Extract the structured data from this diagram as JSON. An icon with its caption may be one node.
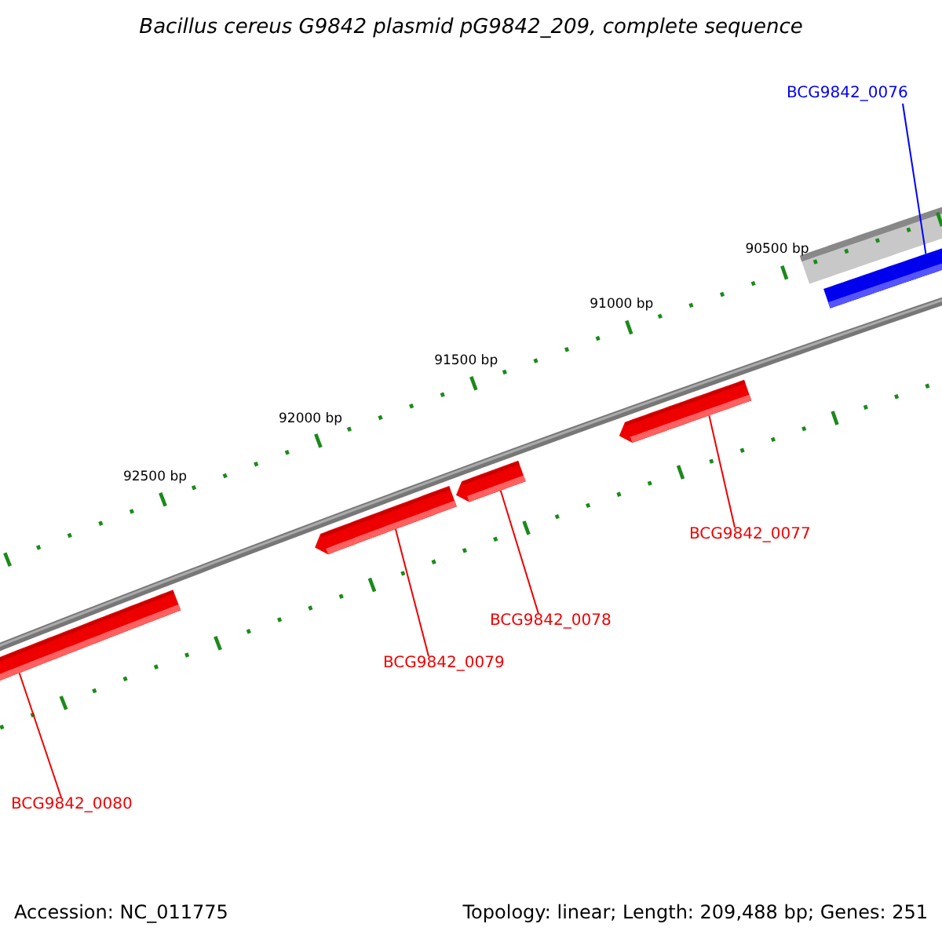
{
  "diagram": {
    "title": "Bacillus cereus G9842 plasmid pG9842_209, complete sequence",
    "nodes": [
      {
        "text": [
          "BCG9842_0076"
        ]
      },
      {
        "text": [],
        "shape": "bar"
      },
      {
        "text": [
          "BCG9842_0077"
        ]
      },
      {
        "text": [],
        "shape": "bar"
      },
      {
        "text": [
          "BCG9842_0078"
        ]
      },
      {
        "text": [],
        "shape": "bar"
      },
      {
        "text": [
          "BCG9842_0079"
        ]
      },
      {
        "text": [],
        "shape": "bar"
      },
      {
        "text": [
          "BCG9842_0080"
        ]
      },
      {
        "text": [],
        "shape": "bar"
      }
    ],
    "edges": [
      {
        "from": 0,
        "to": 1,
        "arrow": "none",
        "color": "#0000ff"
      },
      {
        "from": 2,
        "to": 3,
        "arrow": "none"
      },
      {
        "from": 4,
        "to": 5,
        "arrow": "none"
      },
      {
        "from": 6,
        "to": 7,
        "arrow": "none"
      },
      {
        "from": 8,
        "to": 9,
        "arrow": "none"
      }
    ],
    "labels": [
      "90500 bp",
      "91000 bp",
      "91500 bp",
      "92000 bp",
      "92500 bp",
      "Accession: NC_011775",
      "Topology: linear; Length: 209,488 bp; Genes: 251"
    ]
  }
}
